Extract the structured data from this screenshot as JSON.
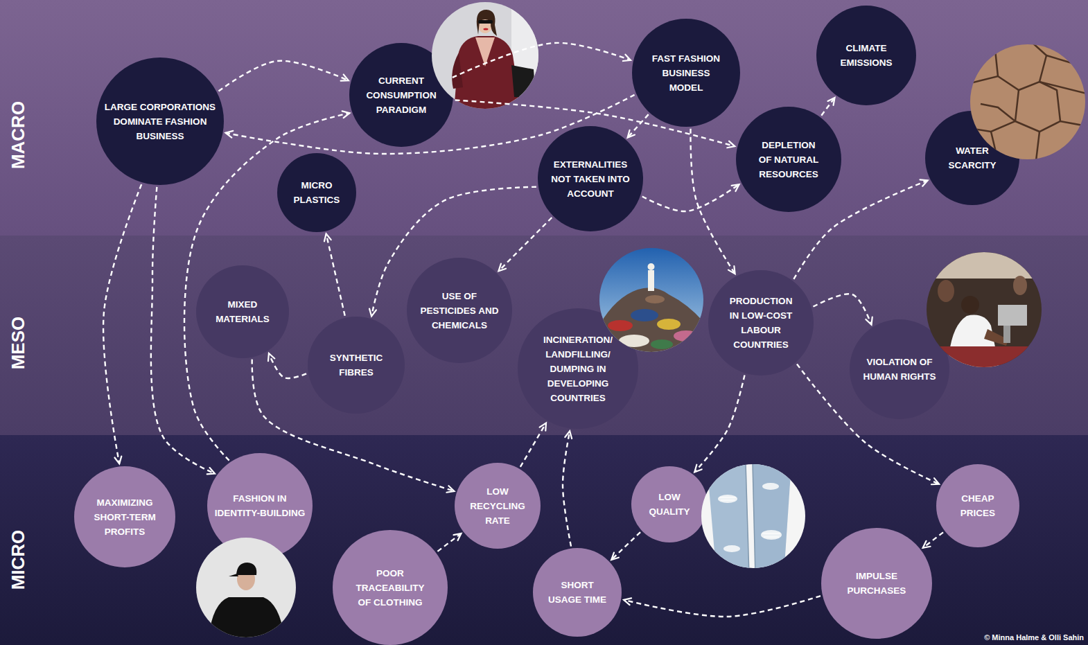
{
  "diagram": {
    "nodes": [
      {
        "text": [
          "MACRO"
        ]
      },
      {
        "text": [
          "LARGE CORPORATIONS DOMINATE FASHION BUSINESS"
        ],
        "in": 0
      },
      {
        "text": [
          "CURRENT CONSUMPTION PARADIGM"
        ],
        "in": 0
      },
      {
        "text": [
          "FAST FASHION BUSINESS MODEL"
        ],
        "in": 0
      },
      {
        "text": [
          "CLIMATE EMISSIONS"
        ],
        "in": 0
      },
      {
        "text": [
          "MICRO PLASTICS"
        ],
        "in": 0
      },
      {
        "text": [
          "EXTERNALITIES NOT TAKEN INTO ACCOUNT"
        ],
        "in": 0
      },
      {
        "text": [
          "DEPLETION OF NATURAL RESOURCES"
        ],
        "in": 0
      },
      {
        "text": [
          "WATER SCARCITY"
        ],
        "in": 0
      },
      {
        "text": [
          "MESO"
        ]
      },
      {
        "text": [
          "MIXED MATERIALS"
        ],
        "in": 9
      },
      {
        "text": [
          "SYNTHETIC FIBRES"
        ],
        "in": 9
      },
      {
        "text": [
          "USE OF PESTICIDES AND CHEMICALS"
        ],
        "in": 9
      },
      {
        "text": [
          "INCINERATION/ LANDFILLING/ DUMPING IN DEVELOPING COUNTRIES"
        ],
        "in": 9
      },
      {
        "text": [
          "PRODUCTION IN LOW-COST LABOUR COUNTRIES"
        ],
        "in": 9
      },
      {
        "text": [
          "VIOLATION OF HUMAN RIGHTS"
        ],
        "in": 9
      },
      {
        "text": [
          "MICRO"
        ]
      },
      {
        "text": [
          "MAXIMIZING SHORT-TERM PROFITS"
        ],
        "in": 16
      },
      {
        "text": [
          "FASHION IN IDENTITY-BUILDING"
        ],
        "in": 16
      },
      {
        "text": [
          "LOW RECYCLING RATE"
        ],
        "in": 16
      },
      {
        "text": [
          "POOR TRACEABILITY OF CLOTHING"
        ],
        "in": 16
      },
      {
        "text": [
          "LOW QUALITY"
        ],
        "in": 16
      },
      {
        "text": [
          "SHORT USAGE TIME"
        ],
        "in": 16
      },
      {
        "text": [
          "CHEAP PRICES"
        ],
        "in": 16
      },
      {
        "text": [
          "IMPULSE PURCHASES"
        ],
        "in": 16
      }
    ],
    "edges": [
      {
        "from": 1,
        "to": 2,
        "arrow": "to"
      },
      {
        "from": 2,
        "to": 3,
        "arrow": "to"
      },
      {
        "from": 3,
        "to": 1,
        "arrow": "to"
      },
      {
        "from": 2,
        "to": 7,
        "arrow": "to"
      },
      {
        "from": 3,
        "to": 6,
        "arrow": "to"
      },
      {
        "from": 3,
        "to": 14,
        "arrow": "to"
      },
      {
        "from": 7,
        "to": 4,
        "arrow": "to"
      },
      {
        "from": 6,
        "to": 7,
        "arrow": "to"
      },
      {
        "from": 6,
        "to": 11,
        "arrow": "to"
      },
      {
        "from": 6,
        "to": 12,
        "arrow": "to"
      },
      {
        "from": 11,
        "to": 5,
        "arrow": "to"
      },
      {
        "from": 11,
        "to": 10,
        "arrow": "to"
      },
      {
        "from": 10,
        "to": 19,
        "arrow": "to"
      },
      {
        "from": 1,
        "to": 17,
        "arrow": "to"
      },
      {
        "from": 1,
        "to": 18,
        "arrow": "to"
      },
      {
        "from": 18,
        "to": 2,
        "arrow": "to"
      },
      {
        "from": 14,
        "to": 15,
        "arrow": "to"
      },
      {
        "from": 14,
        "to": 8,
        "arrow": "to"
      },
      {
        "from": 14,
        "to": 21,
        "arrow": "to"
      },
      {
        "from": 14,
        "to": 23,
        "arrow": "to"
      },
      {
        "from": 23,
        "to": 24,
        "arrow": "to"
      },
      {
        "from": 24,
        "to": 22,
        "arrow": "to"
      },
      {
        "from": 21,
        "to": 22,
        "arrow": "to"
      },
      {
        "from": 22,
        "to": 13,
        "arrow": "to"
      },
      {
        "from": 19,
        "to": 13,
        "arrow": "to"
      },
      {
        "from": 20,
        "to": 19,
        "arrow": "to"
      }
    ],
    "labels": [
      "© Minna Halme & Olli Sahin"
    ]
  }
}
